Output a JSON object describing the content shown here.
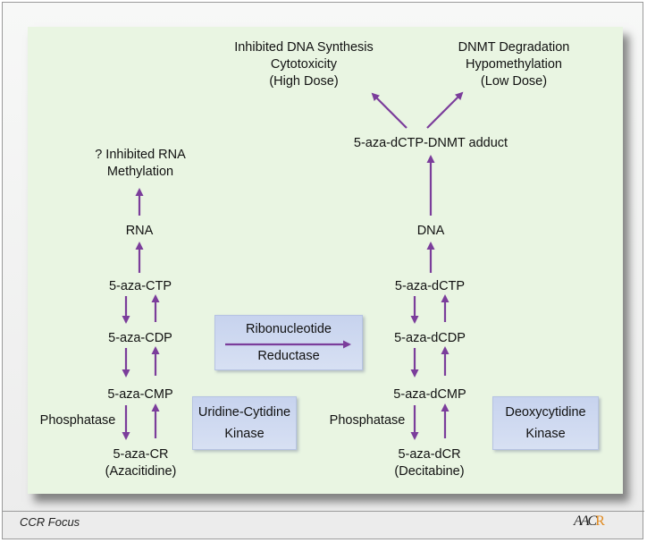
{
  "outcomes": {
    "high_dose": [
      "Inhibited DNA Synthesis",
      "Cytotoxicity",
      "(High Dose)"
    ],
    "low_dose": [
      "DNMT Degradation",
      "Hypomethylation",
      "(Low Dose)"
    ]
  },
  "adduct": "5-aza-dCTP-DNMT adduct",
  "ribo": {
    "outcome": [
      "? Inhibited RNA",
      "Methylation"
    ],
    "rna": "RNA",
    "ctp": "5-aza-CTP",
    "cdp": "5-aza-CDP",
    "cmp": "5-aza-CMP",
    "phosphatase": "Phosphatase",
    "cr": [
      "5-aza-CR",
      "(Azacitidine)"
    ]
  },
  "deoxy": {
    "dna": "DNA",
    "ctp": "5-aza-dCTP",
    "cdp": "5-aza-dCDP",
    "cmp": "5-aza-dCMP",
    "phosphatase": "Phosphatase",
    "cr": [
      "5-aza-dCR",
      "(Decitabine)"
    ]
  },
  "enzymes": {
    "reductase": [
      "Ribonucleotide",
      "Reductase"
    ],
    "uck": [
      "Uridine-Cytidine",
      "Kinase"
    ],
    "dck": [
      "Deoxycytidine",
      "Kinase"
    ]
  },
  "footer": {
    "journal": "CCR Focus",
    "logo": "AACR"
  },
  "colors": {
    "arrow": "#7b3d9b",
    "panel": "#e9f5e2",
    "enzyme_box": "#cdd8f0"
  }
}
